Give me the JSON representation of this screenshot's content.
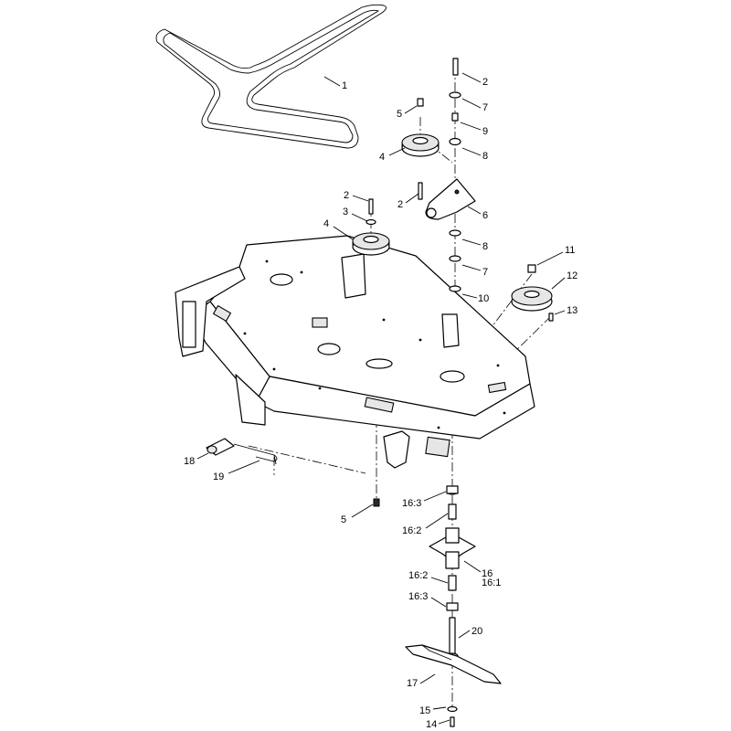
{
  "callouts": {
    "c1": "1",
    "c2a": "2",
    "c7a": "7",
    "c9": "9",
    "c8a": "8",
    "c5a": "5",
    "c4a": "4",
    "c2b": "2",
    "c2c": "2",
    "c6": "6",
    "c3": "3",
    "c4b": "4",
    "c8b": "8",
    "c7b": "7",
    "c10": "10",
    "c11": "11",
    "c12": "12",
    "c13": "13",
    "c18": "18",
    "c19": "19",
    "c5b": "5",
    "c16_3a": "16:3",
    "c16_2a": "16:2",
    "c16": "16",
    "c16_1": "16:1",
    "c16_2b": "16:2",
    "c16_3b": "16:3",
    "c20": "20",
    "c17": "17",
    "c15": "15",
    "c14": "14"
  },
  "icons": {
    "belt": "drive-belt-icon",
    "idler": "idler-pulley-icon",
    "spindle": "spindle-housing-icon",
    "blade": "mower-blade-icon",
    "deck": "mower-deck-icon"
  }
}
